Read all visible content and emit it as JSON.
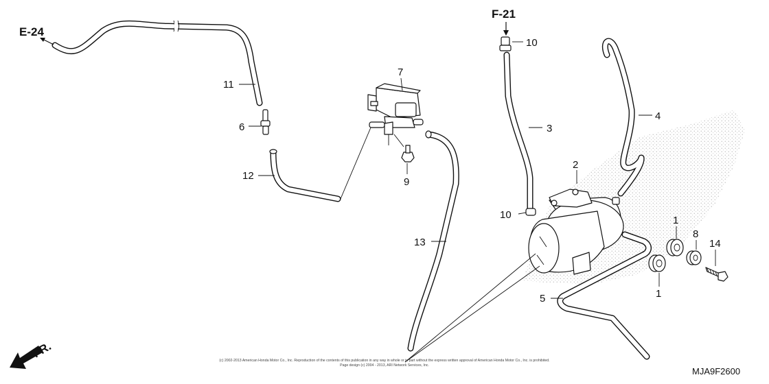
{
  "diagram": {
    "references": {
      "e24": "E-24",
      "f21": "F-21"
    },
    "direction_label": "FR.",
    "part_code": "MJA9F2600",
    "copyright": {
      "line1": "(c) 2002-2013 American Honda Motor Co., Inc. Reproduction of the contents of this publication in any way in whole or in part without the express written approval of American Honda Motor Co., Inc. is prohibited.",
      "line2": "Page design (c) 2004 - 2013, ARI Network Services, Inc."
    },
    "callouts": {
      "c1a": "1",
      "c1b": "1",
      "c2": "2",
      "c3": "3",
      "c4": "4",
      "c5": "5",
      "c6": "6",
      "c7": "7",
      "c8": "8",
      "c9": "9",
      "c10a": "10",
      "c10b": "10",
      "c11": "11",
      "c12": "12",
      "c13": "13",
      "c14": "14"
    }
  }
}
